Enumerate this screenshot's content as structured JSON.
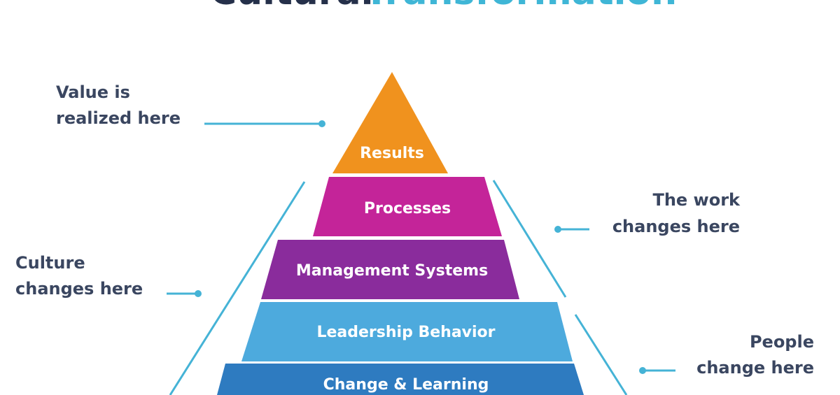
{
  "title": {
    "part1": "Cultural",
    "part2": "Transformation"
  },
  "tiers": [
    {
      "label": "Results",
      "color": "#F0921E"
    },
    {
      "label": "Processes",
      "color": "#C42499"
    },
    {
      "label": "Management Systems",
      "color": "#8A2C9C"
    },
    {
      "label": "Leadership Behavior",
      "color": "#4DAADD"
    },
    {
      "label": "Change & Learning",
      "color": "#2E7BC0"
    }
  ],
  "annotations": {
    "value": [
      "Value is",
      "realized here"
    ],
    "culture": [
      "Culture",
      "changes here"
    ],
    "work": [
      "The work",
      "changes here"
    ],
    "people": [
      "People",
      "change here"
    ]
  },
  "colors": {
    "title_dark": "#25304a",
    "accent": "#3fb6d6",
    "line": "#45b3d6"
  }
}
